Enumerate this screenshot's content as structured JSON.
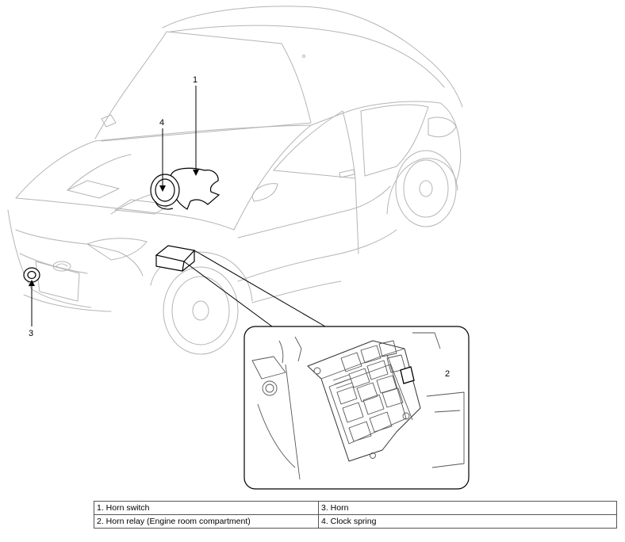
{
  "callouts": {
    "horn_switch": "1",
    "horn_relay": "2",
    "horn": "3",
    "clock_spring": "4"
  },
  "legend": {
    "rows": [
      [
        "1. Horn switch",
        "3. Horn"
      ],
      [
        "2. Horn relay (Engine room compartment)",
        "4. Clock spring"
      ]
    ]
  }
}
